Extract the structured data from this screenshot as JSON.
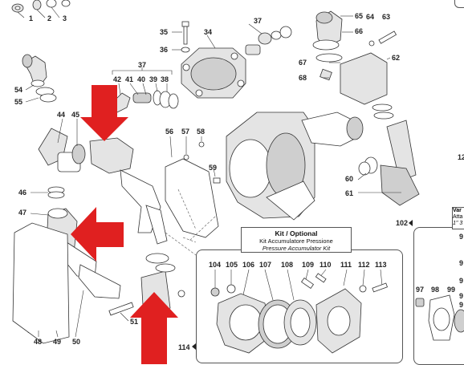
{
  "diagram": {
    "parts": [
      {
        "id": "p1",
        "label": "1"
      },
      {
        "id": "p2",
        "label": "2"
      },
      {
        "id": "p3",
        "label": "3"
      },
      {
        "id": "p34",
        "label": "34"
      },
      {
        "id": "p35",
        "label": "35"
      },
      {
        "id": "p36",
        "label": "36"
      },
      {
        "id": "p37a",
        "label": "37"
      },
      {
        "id": "p37b",
        "label": "37"
      },
      {
        "id": "p38",
        "label": "38"
      },
      {
        "id": "p39",
        "label": "39"
      },
      {
        "id": "p40",
        "label": "40"
      },
      {
        "id": "p41",
        "label": "41"
      },
      {
        "id": "p42",
        "label": "42"
      },
      {
        "id": "p44",
        "label": "44"
      },
      {
        "id": "p45",
        "label": "45"
      },
      {
        "id": "p46",
        "label": "46"
      },
      {
        "id": "p47",
        "label": "47"
      },
      {
        "id": "p48",
        "label": "48"
      },
      {
        "id": "p49",
        "label": "49"
      },
      {
        "id": "p50",
        "label": "50"
      },
      {
        "id": "p51",
        "label": "51"
      },
      {
        "id": "p54",
        "label": "54"
      },
      {
        "id": "p55",
        "label": "55"
      },
      {
        "id": "p56",
        "label": "56"
      },
      {
        "id": "p57",
        "label": "57"
      },
      {
        "id": "p58",
        "label": "58"
      },
      {
        "id": "p59",
        "label": "59"
      },
      {
        "id": "p60",
        "label": "60"
      },
      {
        "id": "p61",
        "label": "61"
      },
      {
        "id": "p62",
        "label": "62"
      },
      {
        "id": "p63",
        "label": "63"
      },
      {
        "id": "p64",
        "label": "64"
      },
      {
        "id": "p65",
        "label": "65"
      },
      {
        "id": "p66",
        "label": "66"
      },
      {
        "id": "p67",
        "label": "67"
      },
      {
        "id": "p68",
        "label": "68"
      },
      {
        "id": "p12",
        "label": "12"
      },
      {
        "id": "p102",
        "label": "102"
      },
      {
        "id": "p114",
        "label": "114"
      },
      {
        "id": "p104",
        "label": "104"
      },
      {
        "id": "p105",
        "label": "105"
      },
      {
        "id": "p106",
        "label": "106"
      },
      {
        "id": "p107",
        "label": "107"
      },
      {
        "id": "p108",
        "label": "108"
      },
      {
        "id": "p109",
        "label": "109"
      },
      {
        "id": "p110",
        "label": "110"
      },
      {
        "id": "p111",
        "label": "111"
      },
      {
        "id": "p112",
        "label": "112"
      },
      {
        "id": "p113",
        "label": "113"
      },
      {
        "id": "p97",
        "label": "97"
      },
      {
        "id": "p98",
        "label": "98"
      },
      {
        "id": "p99",
        "label": "99"
      },
      {
        "id": "p9a",
        "label": "9"
      },
      {
        "id": "p9b",
        "label": "9"
      },
      {
        "id": "p9c",
        "label": "9"
      },
      {
        "id": "p9d",
        "label": "9"
      },
      {
        "id": "p9e",
        "label": "9"
      }
    ],
    "kit": {
      "title": "Kit / Optional",
      "subtitle_it": "Kit Accumulatore Pressione",
      "subtitle_en": "Pressure Accumulator Kit"
    },
    "variant": {
      "title": "Var",
      "line1": "Atta",
      "line2": "1\" 3"
    },
    "highlight_color": "#e02020"
  }
}
